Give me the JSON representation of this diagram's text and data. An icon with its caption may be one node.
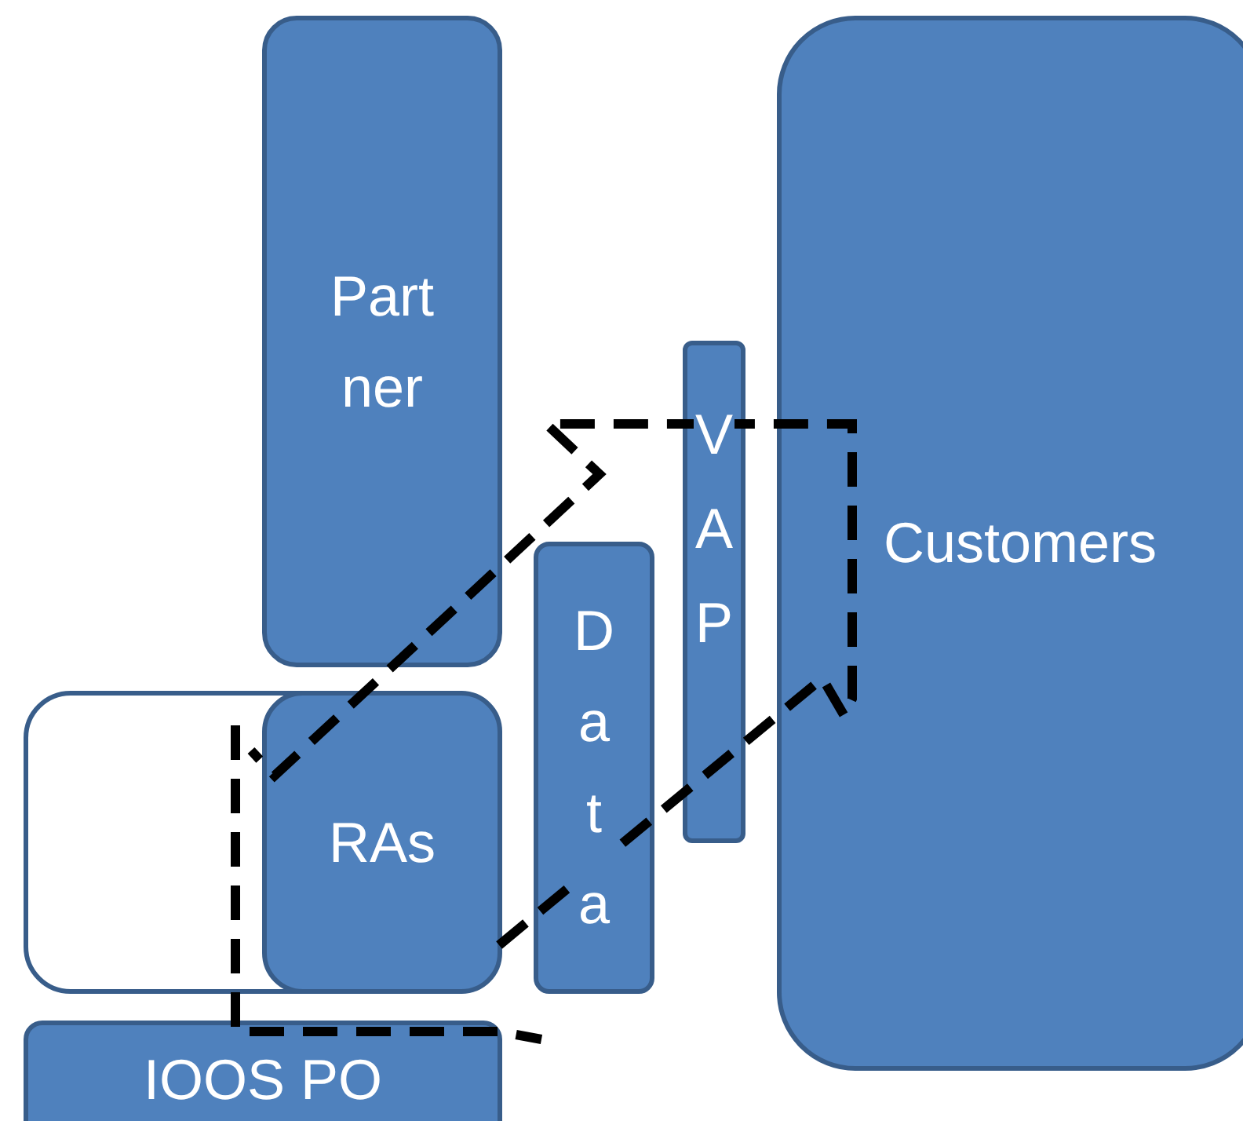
{
  "diagram": {
    "nodes": [
      {
        "text": [
          "Partner"
        ]
      },
      {
        "text": [
          "Customers"
        ]
      },
      {
        "text": [
          "VAP"
        ]
      },
      {
        "text": [
          "Data"
        ]
      },
      {
        "text": [],
        "shape": "box"
      },
      {
        "text": [
          "RAs"
        ],
        "in": 4
      },
      {
        "text": [
          "IOOS PO"
        ]
      }
    ]
  }
}
